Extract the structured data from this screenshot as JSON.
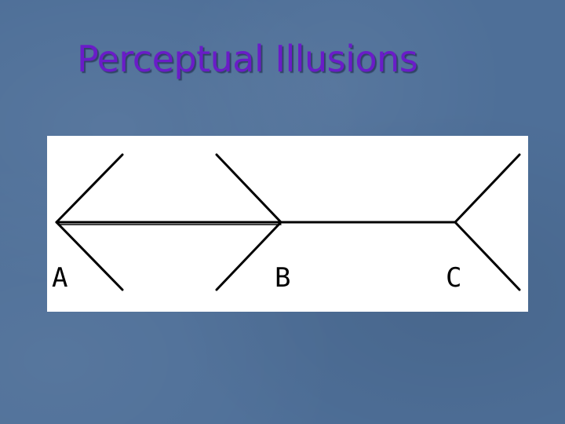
{
  "slide": {
    "title": "Perceptual Illusions",
    "colors": {
      "background": "#4e6f98",
      "title": "#6a1cc8",
      "figure_background": "#ffffff",
      "lines": "#000000"
    }
  },
  "figure": {
    "type": "muller-lyer-illusion",
    "points": [
      {
        "id": "a",
        "label": "A"
      },
      {
        "id": "b",
        "label": "B"
      },
      {
        "id": "c",
        "label": "C"
      }
    ]
  }
}
